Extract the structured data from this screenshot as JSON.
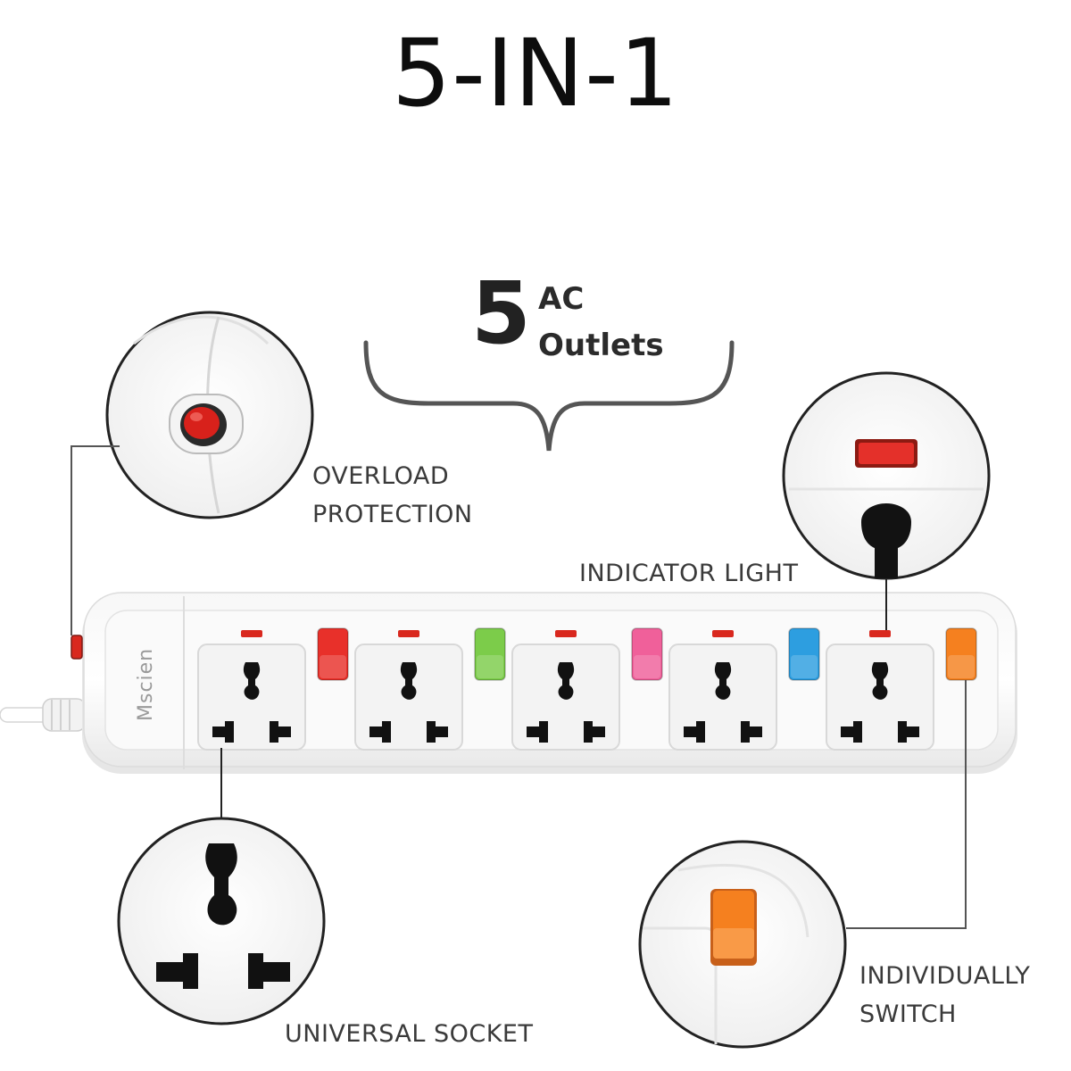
{
  "headline": "5-IN-1",
  "outlets_callout": {
    "number": "5",
    "line1": "AC",
    "line2": "Outlets"
  },
  "brand": "Mscien",
  "labels": {
    "overload_line1": "OVERLOAD",
    "overload_line2": "PROTECTION",
    "indicator": "INDICATOR LIGHT",
    "universal": "UNIVERSAL SOCKET",
    "individually_line1": "INDIVIDUALLY",
    "individually_line2": "SWITCH"
  },
  "switch_colors": [
    "#e8302a",
    "#7ccc4a",
    "#f0609a",
    "#2d9ee0",
    "#f5801f"
  ],
  "indicator_color": "#d9281e",
  "callout_line_color": "#555555"
}
